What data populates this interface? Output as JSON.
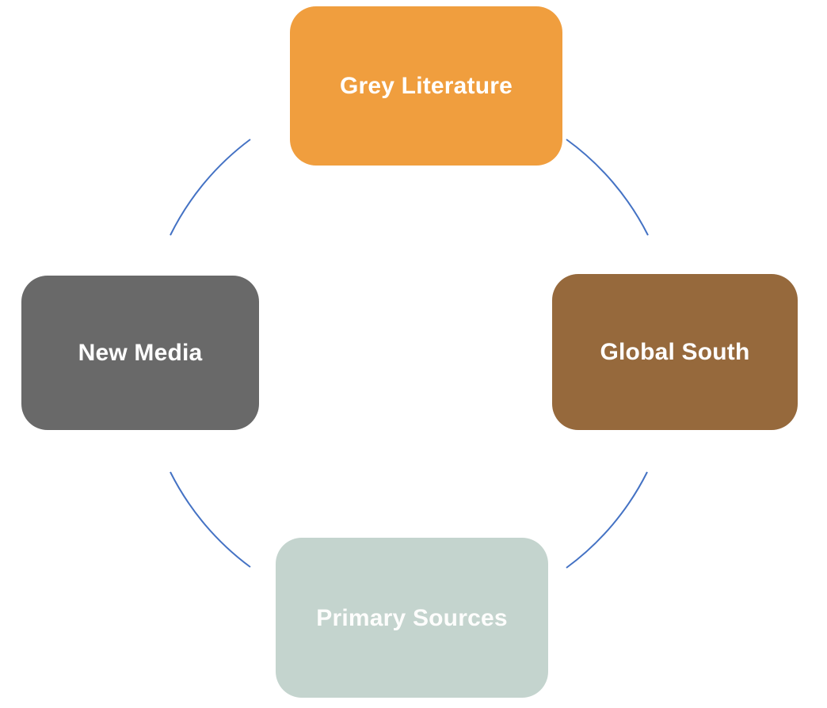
{
  "diagram": {
    "type": "cycle",
    "connector_color": "#4472C4",
    "nodes": [
      {
        "id": "grey-literature",
        "label": "Grey Literature",
        "fill": "#F09E3E",
        "text_color": "#FFFFFF",
        "position": "top"
      },
      {
        "id": "global-south",
        "label": "Global South",
        "fill": "#96693C",
        "text_color": "#FFFFFF",
        "position": "right"
      },
      {
        "id": "primary-sources",
        "label": "Primary Sources",
        "fill": "#C4D4CE",
        "text_color": "#FDFDFC",
        "position": "bottom"
      },
      {
        "id": "new-media",
        "label": "New Media",
        "fill": "#696969",
        "text_color": "#FFFFFF",
        "position": "left"
      }
    ]
  }
}
